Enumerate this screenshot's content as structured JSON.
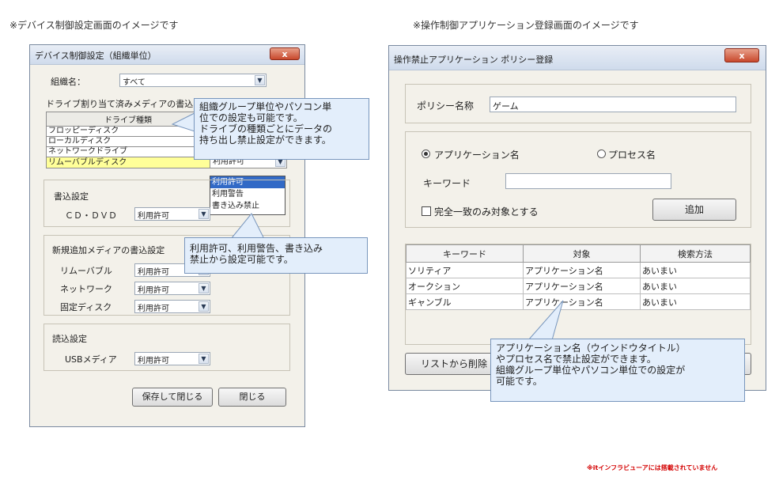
{
  "captions": {
    "left": "※デバイス制御設定画面のイメージです",
    "right": "※操作制御アプリケーション登録画面のイメージです",
    "footer_note": "※itインフラビューアには搭載されていません"
  },
  "device_window": {
    "title": "デバイス制御設定（組織単位）",
    "close_label": "x",
    "org_label": "組織名：",
    "org_value": "すべて",
    "drive_section_label": "ドライブ割り当て済みメディアの書込",
    "drive_header": "ドライブ種類",
    "drives": [
      {
        "name": "フロッピーディスク"
      },
      {
        "name": "ローカルディスク"
      },
      {
        "name": "ネットワークドライブ"
      },
      {
        "name": "リムーバブルディスク",
        "value": "利用許可"
      }
    ],
    "dropdown_options": [
      "利用許可",
      "利用警告",
      "書き込み禁止"
    ],
    "write_settings": {
      "title": "書込設定",
      "cddvd_label": "ＣＤ・ＤＶＤ",
      "cddvd_value": "利用許可"
    },
    "new_media": {
      "title": "新規追加メディアの書込設定",
      "rows": [
        {
          "label": "リムーバブル",
          "value": "利用許可"
        },
        {
          "label": "ネットワーク",
          "value": "利用許可"
        },
        {
          "label": "固定ディスク",
          "value": "利用許可"
        }
      ]
    },
    "read_settings": {
      "title": "読込設定",
      "usb_label": "USBメディア",
      "usb_value": "利用許可"
    },
    "save_close_label": "保存して閉じる",
    "close_button_label": "閉じる"
  },
  "callouts": {
    "org_group": [
      "組織グループ単位やパソコン単",
      "位での設定も可能です。",
      "ドライブの種類ごとにデータの",
      "持ち出し禁止設定ができます。"
    ],
    "permissions": [
      "利用許可、利用警告、書き込み",
      "禁止から設定可能です。"
    ],
    "app_name": [
      "アプリケーション名（ウインドウタイトル）",
      "やプロセス名で禁止設定ができます。",
      "組織グループ単位やパソコン単位での設定が",
      "可能です。"
    ]
  },
  "app_window": {
    "title": "操作禁止アプリケーション ポリシー登録",
    "close_label": "x",
    "policy_label": "ポリシー名称",
    "policy_value": "ゲーム",
    "radio_app_label": "アプリケーション名",
    "radio_proc_label": "プロセス名",
    "keyword_label": "キーワード",
    "keyword_value": "",
    "exact_match_label": "完全一致のみ対象とする",
    "add_label": "追加",
    "table": {
      "headers": [
        "キーワード",
        "対象",
        "検索方法"
      ],
      "rows": [
        [
          "ソリティア",
          "アプリケーション名",
          "あいまい"
        ],
        [
          "オークション",
          "アプリケーション名",
          "あいまい"
        ],
        [
          "ギャンブル",
          "アプリケーション名",
          "あいまい"
        ]
      ]
    },
    "delete_label": "リストから削除"
  }
}
